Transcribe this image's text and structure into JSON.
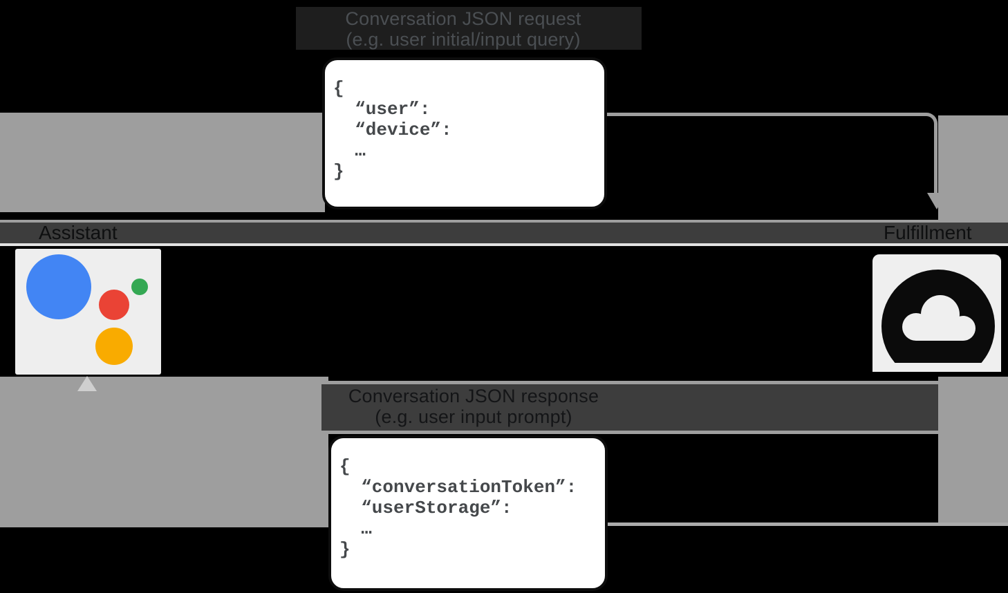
{
  "request_flow": {
    "title_line1": "Conversation JSON request",
    "title_line2": "(e.g. user initial/input query)",
    "code": "{\n  “user”:\n  “device”:\n  …\n}"
  },
  "response_flow": {
    "title_line1": "Conversation JSON response",
    "title_line2": "(e.g. user input prompt)",
    "code": "{\n  “conversationToken”:\n  “userStorage”:\n  …\n}"
  },
  "nodes": {
    "assistant_label": "Assistant",
    "fulfillment_label": "Fulfillment"
  },
  "icons": {
    "assistant": "google-assistant-logo",
    "fulfillment": "cloud"
  },
  "colors": {
    "google_blue": "#4285f4",
    "google_red": "#ea4335",
    "google_green": "#34a853",
    "google_yellow": "#f9ab00",
    "arrow_gray": "#9e9e9e",
    "band_charcoal": "#3d3d3d"
  }
}
